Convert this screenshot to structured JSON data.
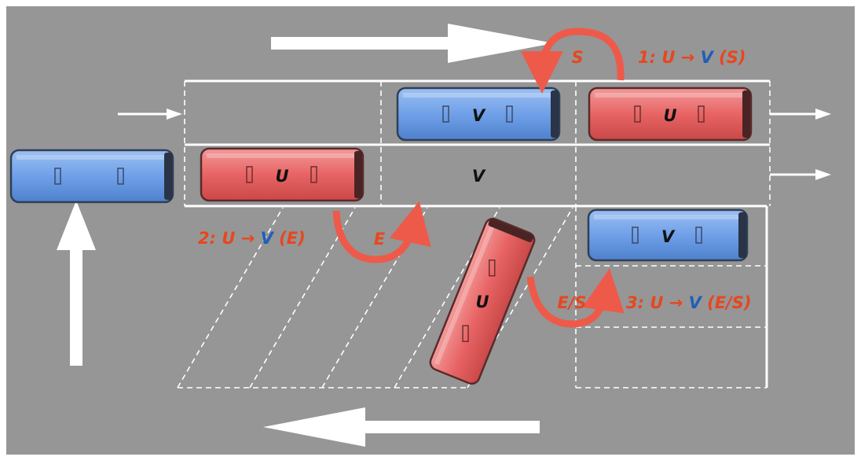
{
  "colors": {
    "background": "#969696",
    "lane_line": "#ffffff",
    "bus_u": "#e86464",
    "bus_v": "#6fa0e8",
    "annotation_orange": "#e8461e",
    "annotation_blue": "#1f5fb8",
    "bus_text": "#111111"
  },
  "buses": {
    "u_top_right": "U",
    "v_top_middle": "V",
    "u_middle_left": "U",
    "u_angled": "U",
    "v_lower_right": "V",
    "entering": ""
  },
  "slot_labels": {
    "middle_v": "V"
  },
  "maneuvers": [
    {
      "id": "case-1",
      "prefix": "1: U → ",
      "target": "V",
      "suffix": " (S)",
      "arc_label": "S"
    },
    {
      "id": "case-2",
      "prefix": "2: U → ",
      "target": "V",
      "suffix": " (E)",
      "arc_label": "E"
    },
    {
      "id": "case-3",
      "prefix": "3: U → ",
      "target": "V",
      "suffix": " (E/S)",
      "arc_label": "E/S"
    }
  ],
  "icons": {
    "traffic_flow_right": "arrow-right-icon",
    "traffic_flow_left": "arrow-left-icon",
    "traffic_flow_up": "arrow-up-icon",
    "lane_exit": "small-arrow-right-icon",
    "maneuver": "curved-arrow-icon"
  }
}
